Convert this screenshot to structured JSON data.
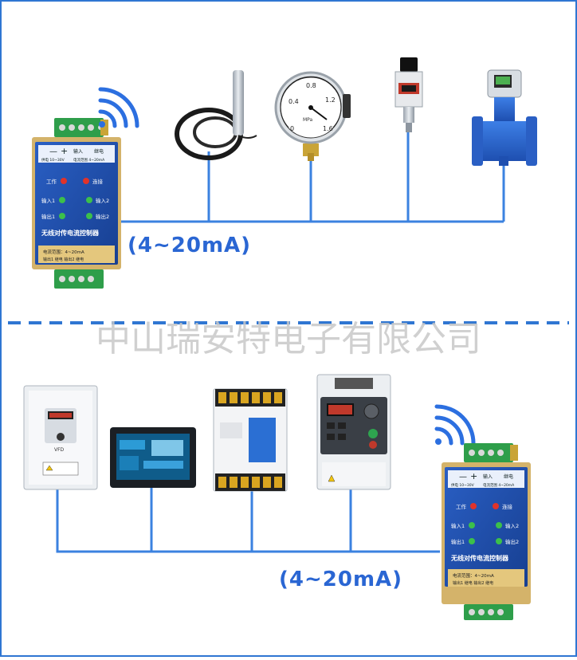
{
  "colors": {
    "frame": "#2f76d2",
    "wire": "#3b82e0",
    "controller_body": "#1f4fae",
    "terminal_green": "#2e9e4a",
    "watermark": "#c8c8c8"
  },
  "top_controller": {
    "terminal_minus": "—",
    "terminal_plus": "+",
    "header_input": "输入",
    "header_relay": "继电",
    "spec_line_1": "供电 10~30V",
    "spec_line_2": "电流范围 4~20mA",
    "label_work": "工作",
    "label_connect": "连接",
    "label_input1": "输入1",
    "label_input2": "输入2",
    "label_output1": "输出1",
    "label_output2": "输出2",
    "title": "无线对传电流控制器",
    "current_range": "电流范围：4~20mA",
    "bottom_line": "输出1 继电   输出2 继电"
  },
  "top_current_label": "(4~20mA)",
  "watermark": "中山瑞安特电子有限公司",
  "gauge": {
    "unit": "MPa",
    "ticks": [
      "0",
      "0.4",
      "0.8",
      "1.2",
      "1.6"
    ]
  },
  "inverter1": {
    "brand": "VFD"
  },
  "bottom_controller": {
    "terminal_minus": "—",
    "terminal_plus": "+",
    "header_input": "输入",
    "header_relay": "继电",
    "spec_line_1": "供电 10~30V",
    "spec_line_2": "电流范围 4~20mA",
    "label_work": "工作",
    "label_connect": "连接",
    "label_input1": "输入1",
    "label_input2": "输入2",
    "label_output1": "输出1",
    "label_output2": "输出2",
    "title": "无线对传电流控制器",
    "current_range": "电流范围：4~20mA",
    "bottom_line": "输出1 继电   输出2 继电"
  },
  "bottom_current_label": "(4~20mA)"
}
